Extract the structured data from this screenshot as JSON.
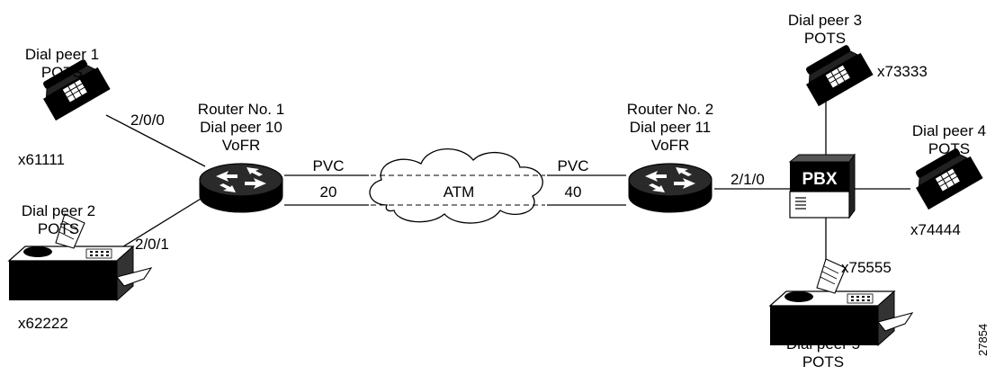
{
  "nodes": {
    "dp1": {
      "line1": "Dial peer 1",
      "line2": "POTS",
      "ext": "x61111",
      "port": "2/0/0"
    },
    "dp2": {
      "line1": "Dial peer 2",
      "line2": "POTS",
      "ext": "x62222",
      "port": "2/0/1"
    },
    "router1": {
      "line1": "Router No. 1",
      "line2": "Dial peer 10",
      "line3": "VoFR"
    },
    "router2": {
      "line1": "Router No. 2",
      "line2": "Dial peer 11",
      "line3": "VoFR",
      "port": "2/1/0"
    },
    "dp3": {
      "line1": "Dial peer 3",
      "line2": "POTS",
      "ext": "x73333"
    },
    "dp4": {
      "line1": "Dial peer 4",
      "line2": "POTS",
      "ext": "x74444"
    },
    "dp5": {
      "line1": "Dial peer 5",
      "line2": "POTS",
      "ext": "x75555"
    },
    "pbx": {
      "label": "PBX"
    }
  },
  "links": {
    "pvc_left": {
      "label": "PVC",
      "number": "20"
    },
    "pvc_right": {
      "label": "PVC",
      "number": "40"
    },
    "cloud": {
      "label": "ATM"
    }
  },
  "figure_id": "27854"
}
